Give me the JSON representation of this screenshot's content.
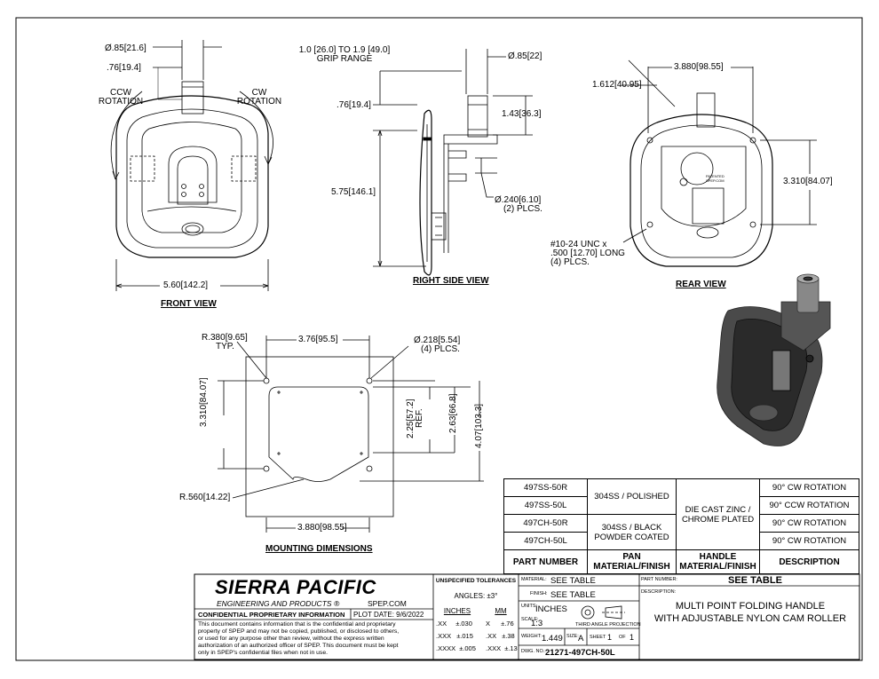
{
  "front_view": {
    "title": "FRONT VIEW",
    "dim_dia": "Ø.85",
    "dim_dia_mm": "21.6",
    "dim_76": ".76",
    "dim_76_mm": "19.4",
    "ccw_1": "CCW",
    "ccw_2": "ROTATION",
    "cw_1": "CW",
    "cw_2": "ROTATION",
    "width": "5.60",
    "width_mm": "142.2"
  },
  "side_view": {
    "title": "RIGHT SIDE VIEW",
    "grip_1": "1.0 [26.0] TO 1.9 [49.0]",
    "grip_2": "GRIP RANGE",
    "dim_dia": "Ø.85",
    "dim_dia_mm": "22",
    "dim_76": ".76",
    "dim_76_mm": "19.4",
    "dim_143": "1.43",
    "dim_143_mm": "36.3",
    "dim_575": "5.75",
    "dim_575_mm": "146.1",
    "dim_240": "Ø.240",
    "dim_240_mm": "6.10",
    "plcs": "(2) PLCS."
  },
  "rear_view": {
    "title": "REAR VIEW",
    "dim_1612": "1.612",
    "dim_1612_mm": "40.95",
    "dim_3880": "3.880",
    "dim_3880_mm": "98.55",
    "dim_3310": "3.310",
    "dim_3310_mm": "84.07",
    "thread_1": "#10-24 UNC x",
    "thread_2": ".500 [12.70] LONG",
    "thread_3": "(4) PLCS.",
    "stamp_1": "PATENTED",
    "stamp_2": "SPEP.COM"
  },
  "mounting": {
    "title": "MOUNTING DIMENSIONS",
    "r380": "R.380",
    "r380_mm": "9.65",
    "typ": "TYP.",
    "dim_376": "3.76",
    "dim_376_mm": "95.5",
    "dia218": "Ø.218",
    "dia218_mm": "5.54",
    "plcs": "(4) PLCS.",
    "dim_3310": "3.310",
    "dim_3310_mm": "84.07",
    "dim_225": "2.25",
    "dim_225_mm": "57.2",
    "ref": "REF.",
    "dim_263": "2.63",
    "dim_263_mm": "66.8",
    "dim_407": "4.07",
    "dim_407_mm": "103.3",
    "r560": "R.560",
    "r560_mm": "14.22",
    "dim_3880": "3.880",
    "dim_3880_mm": "98.55"
  },
  "parts_table": {
    "headers": {
      "part_number": "PART NUMBER",
      "pan_1": "PAN",
      "pan_2": "MATERIAL/FINISH",
      "handle_1": "HANDLE",
      "handle_2": "MATERIAL/FINISH",
      "description": "DESCRIPTION"
    },
    "rows": [
      {
        "part": "497SS-50R",
        "desc": "90° CW ROTATION"
      },
      {
        "part": "497SS-50L",
        "desc": "90° CCW ROTATION"
      },
      {
        "part": "497CH-50R",
        "desc": "90° CW ROTATION"
      },
      {
        "part": "497CH-50L",
        "desc": "90° CW ROTATION"
      }
    ],
    "pan_ss": "304SS / POLISHED",
    "pan_ch_1": "304SS / BLACK",
    "pan_ch_2": "POWDER COATED",
    "handle_1": "DIE CAST ZINC /",
    "handle_2": "CHROME PLATED"
  },
  "title_block": {
    "company": "SIERRA PACIFIC",
    "subtitle": "ENGINEERING AND PRODUCTS",
    "registered": "®",
    "website": "SPEP.COM",
    "confidential": "CONFIDENTIAL PROPRIETARY INFORMATION",
    "plot_date_label": "PLOT DATE:",
    "plot_date": "9/6/2022",
    "notice_1": "This document contains information that is the confidential and proprietary",
    "notice_2": "property of SPEP and may not be copied, published, or disclosed to others,",
    "notice_3": "or used for any purpose  other than review, without the express written",
    "notice_4": "authorization of an authorized officer of SPEP. This document must be kept",
    "notice_5": "only in SPEP's confidential files when not in use.",
    "tol_title": "UNSPECIFIED TOLERANCES",
    "angles": "ANGLES: ±3°",
    "inches_h": "INCHES",
    "mm_h": "MM",
    "tol_rows": [
      {
        "in": ".XX",
        "in_v": "±.030",
        "mm": "X",
        "mm_v": "±.76"
      },
      {
        "in": ".XXX",
        "in_v": "±.015",
        "mm": ".XX",
        "mm_v": "±.38"
      },
      {
        "in": ".XXXX",
        "in_v": "±.005",
        "mm": ".XXX",
        "mm_v": "±.13"
      }
    ],
    "material_label": "MATERIAL:",
    "material": "SEE TABLE",
    "finish_label": "FINISH:",
    "finish": "SEE TABLE",
    "units_label": "UNITS:",
    "units": "INCHES",
    "scale_label": "SCALE:",
    "scale": "1:3",
    "projection": "THIRD ANGLE PROJECTION",
    "weight_label": "WEIGHT:",
    "weight": "1.449",
    "size_label": "SIZE:",
    "size": "A",
    "sheet_label": "SHEET",
    "sheet": "1",
    "of_label": "OF",
    "sheet_total": "1",
    "dwg_label": "DWG. NO.:",
    "dwg": "21271-497CH-50L",
    "part_number_label": "PART NUMBER:",
    "part_number": "SEE TABLE",
    "description_label": "DESCRIPTION:",
    "desc_1": "MULTI POINT FOLDING HANDLE",
    "desc_2": "WITH ADJUSTABLE NYLON CAM ROLLER"
  }
}
